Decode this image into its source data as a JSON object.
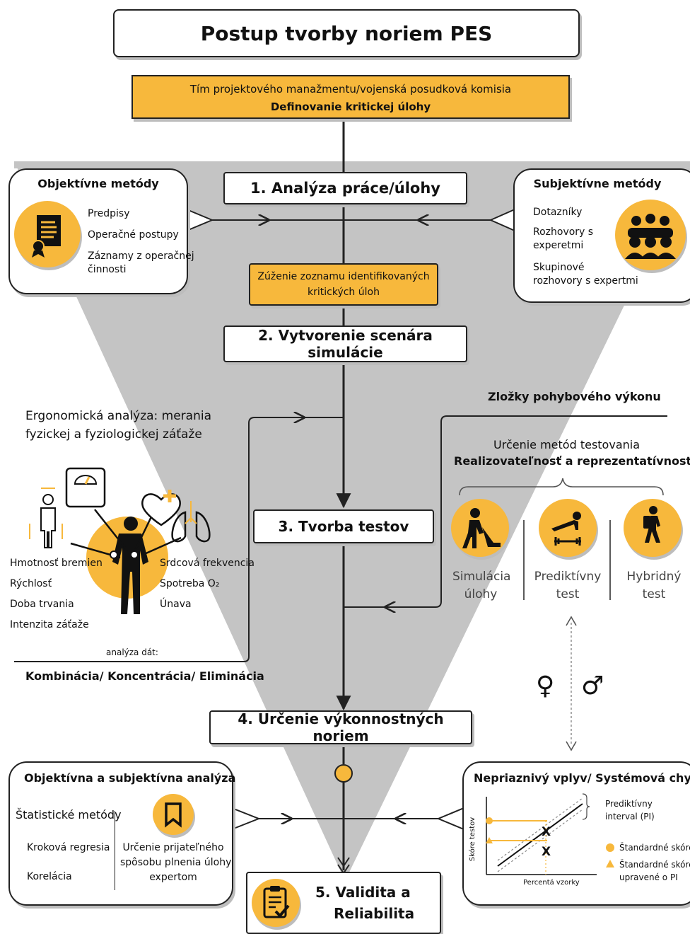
{
  "title": "Postup tvorby noriem PES",
  "team": {
    "line1": "Tím projektového manažmentu/vojenská posudková komisia",
    "line2": "Definovanie kritickej úlohy"
  },
  "steps": {
    "s1": "1. Analýza práce/úlohy",
    "s2": "2. Vytvorenie scenára simulácie",
    "s3": "3. Tvorba testov",
    "s4": "4. Určenie výkonnostných noriem",
    "s5_line1": "5. Validita  a",
    "s5_line2": "Reliabilita"
  },
  "narrowing": {
    "line1": "Zúženie zoznamu identifikovaných",
    "line2": "kritických úloh"
  },
  "objective_methods": {
    "title": "Objektívne metódy",
    "items": [
      "Predpisy",
      "Operačné postupy",
      "Záznamy z operačnej",
      "činnosti"
    ]
  },
  "subjective_methods": {
    "title": "Subjektívne metódy",
    "items": [
      "Dotazníky",
      "Rozhovory s",
      "experetmi",
      "Skupinové",
      "rozhovory s expertmi"
    ]
  },
  "ergonomic": {
    "line1": "Ergonomická analýza: merania",
    "line2": "fyzickej a fyziologickej záťaže",
    "left_labels": [
      "Hmotnosť bremien",
      "Rýchlosť",
      "Doba trvania",
      "Intenzita záťaže"
    ],
    "right_labels": [
      "Srdcová frekvencia",
      "Spotreba O₂",
      "Únava"
    ],
    "data_analysis": "analýza dát:",
    "combination": "Kombinácia/ Koncentrácia/ Eliminácia"
  },
  "motor": {
    "title": "Zložky pohybového výkonu",
    "methods_line1": "Určenie metód testovania",
    "methods_line2": "Realizovateľnosť a reprezentatívnosť",
    "tests": [
      {
        "line1": "Simulácia",
        "line2": "úlohy"
      },
      {
        "line1": "Prediktívny",
        "line2": "test"
      },
      {
        "line1": "Hybridný",
        "line2": "test"
      }
    ],
    "female_symbol": "♀",
    "male_symbol": "♂"
  },
  "analysis": {
    "title": "Objektívna a subjektívna analýza",
    "stat": "Štatistické metódy",
    "items": [
      "Kroková regresia",
      "Korelácia"
    ],
    "acceptance": [
      "Určenie  prijateľného",
      "spôsobu plnenia úlohy",
      "expertom"
    ]
  },
  "adverse": {
    "title": "Nepriaznivý vplyv/ Systémová chyba",
    "pi_line1": "Prediktívny",
    "pi_line2": "interval (PI)",
    "ylabel": "Skóre testov",
    "xlabel": "Percentá vzorky",
    "legend1": "Štandardné skóre",
    "legend2_line1": "Štandardné skóre",
    "legend2_line2": "upravené o PI",
    "x_mark": "X"
  },
  "colors": {
    "accent": "#f7b83c",
    "funnel": "#c4c4c4",
    "line": "#222222"
  }
}
